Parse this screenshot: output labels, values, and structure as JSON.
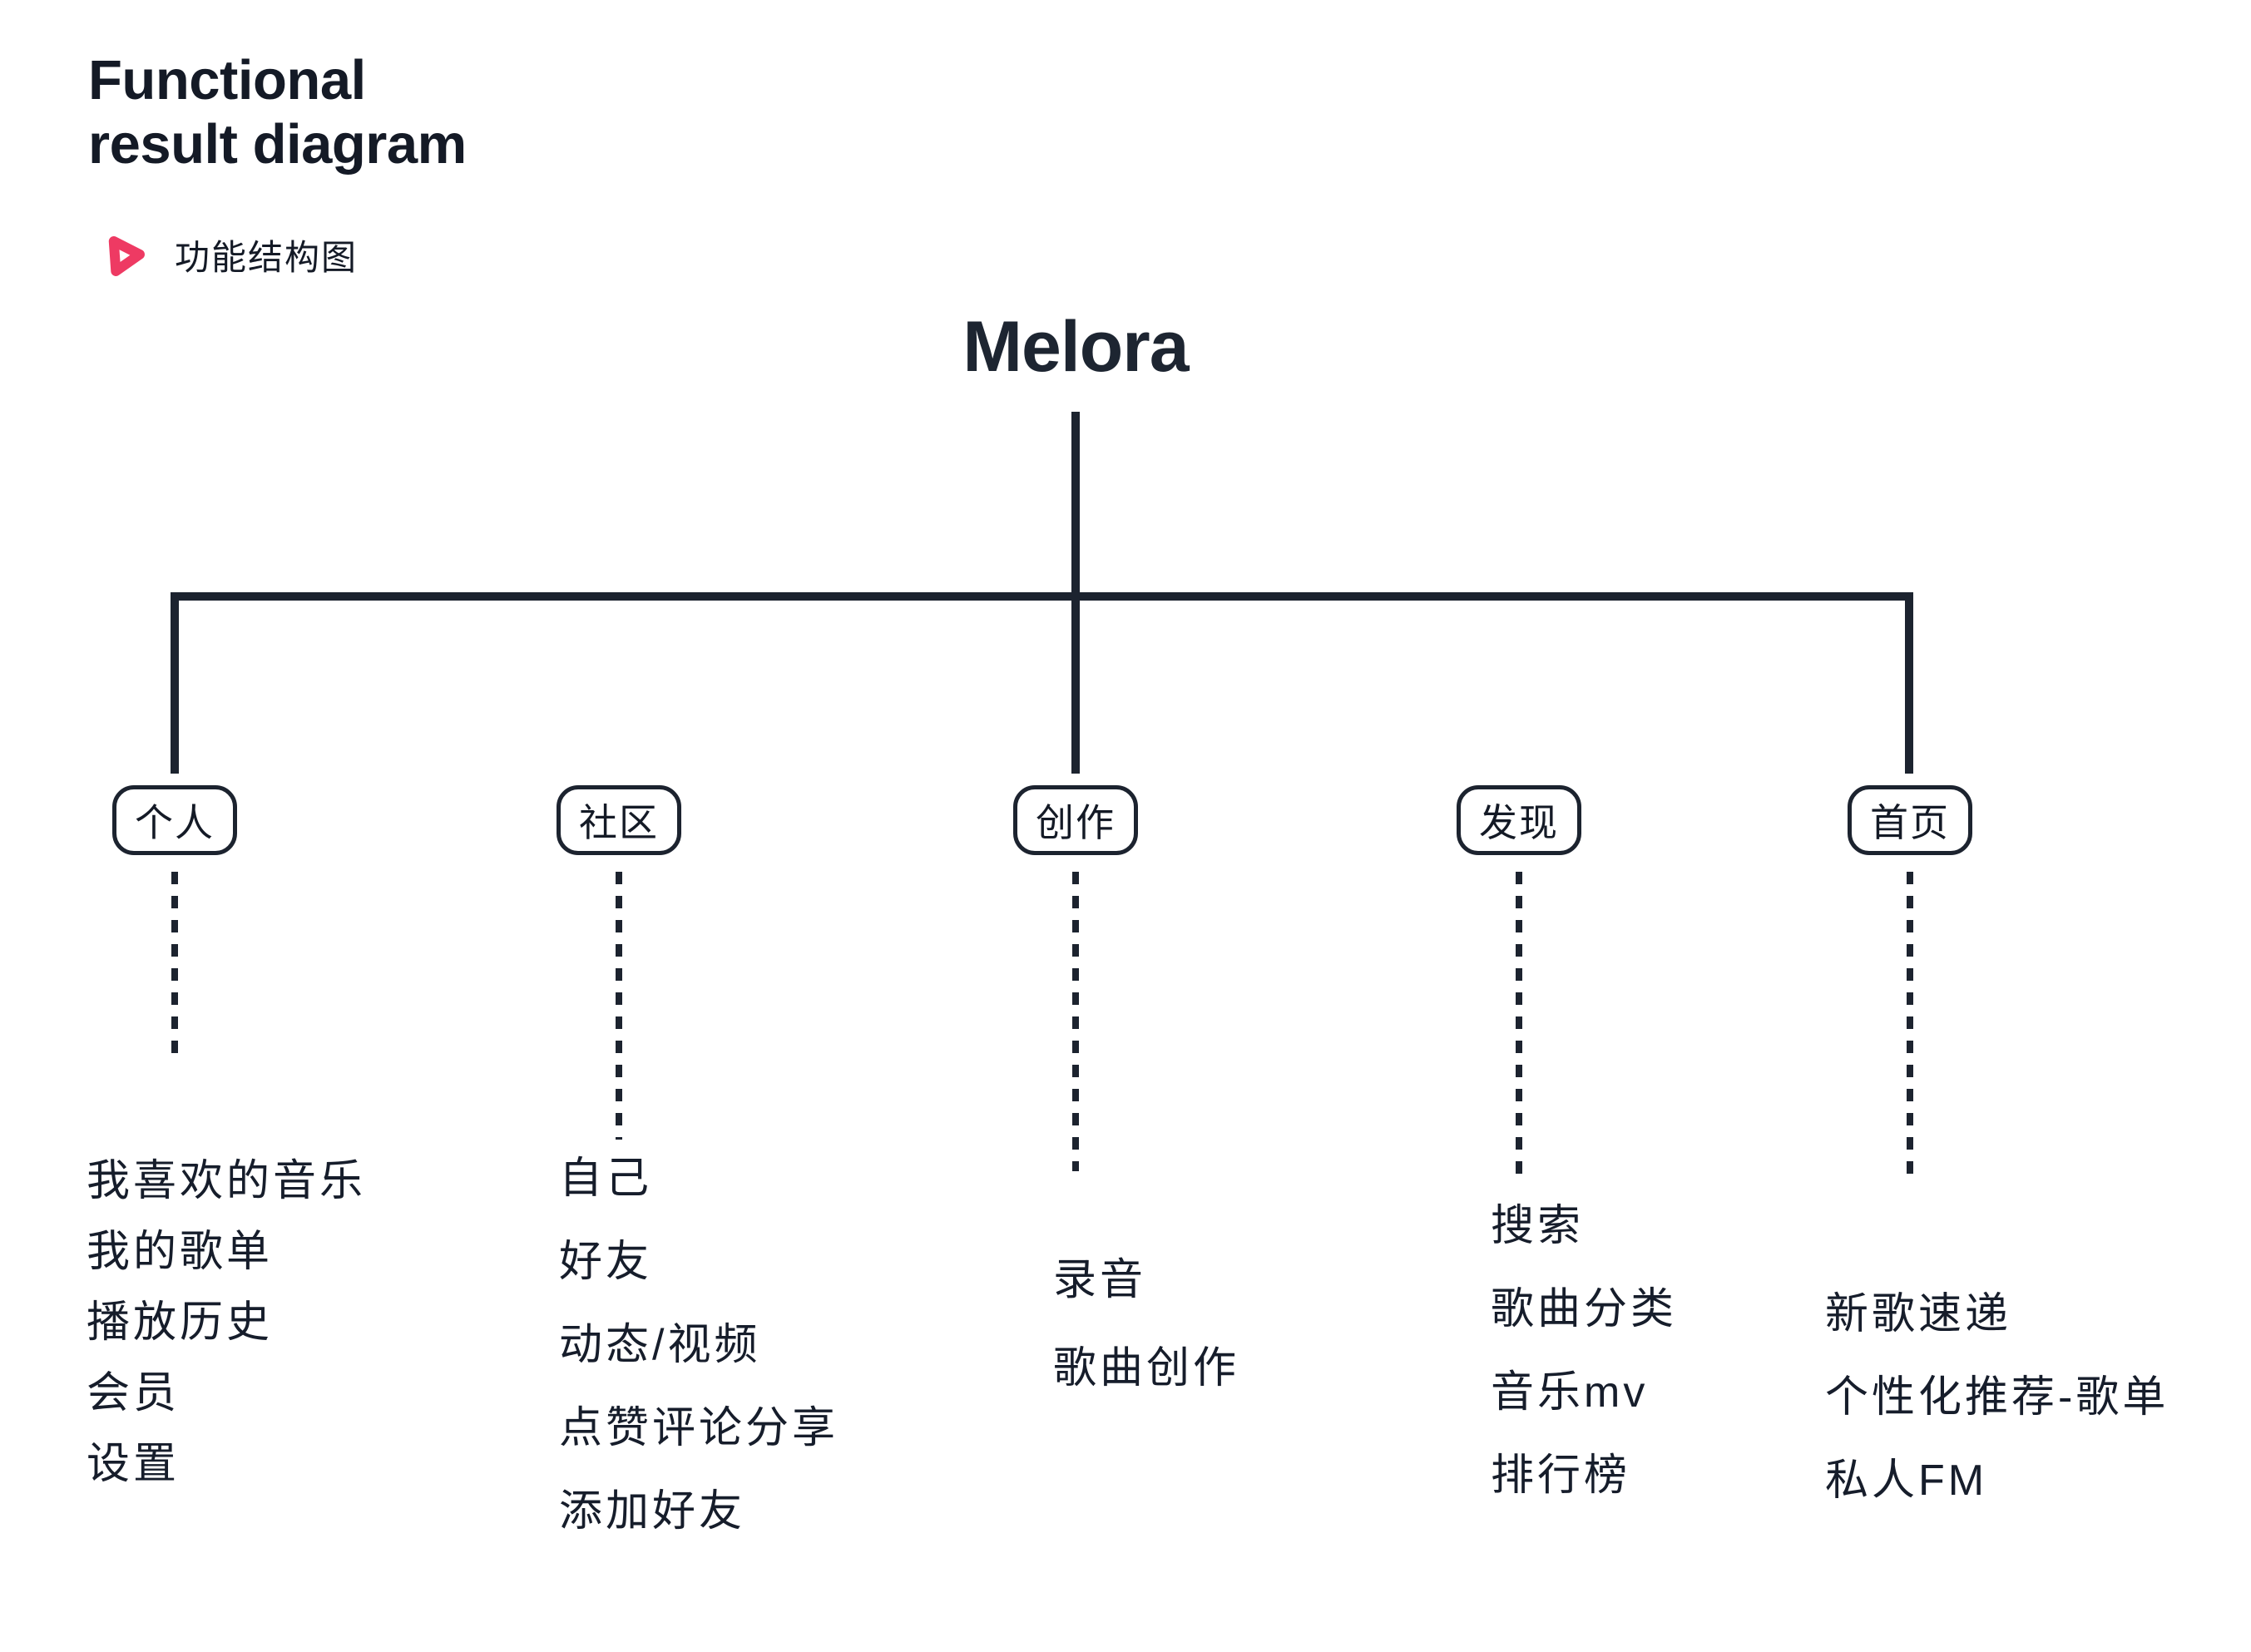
{
  "header": {
    "title_line1": "Functional",
    "title_line2": "result diagram",
    "subtitle": "功能结构图"
  },
  "root": {
    "label": "Melora"
  },
  "branches": [
    {
      "label": "个人",
      "items": [
        "我喜欢的音乐",
        "我的歌单",
        "播放历史",
        "会员",
        "设置"
      ]
    },
    {
      "label": "社区",
      "items": [
        "自己",
        "好友",
        "动态/视频",
        "点赞评论分享",
        "添加好友"
      ]
    },
    {
      "label": "创作",
      "items": [
        "录音",
        "歌曲创作"
      ]
    },
    {
      "label": "发现",
      "items": [
        "搜索",
        "歌曲分类",
        "音乐mv",
        "排行榜"
      ]
    },
    {
      "label": "首页",
      "items": [
        "新歌速递",
        "个性化推荐-歌单",
        "私人FM"
      ]
    }
  ],
  "icons": [
    {
      "name": "play-icon",
      "meaning": "play button outline"
    }
  ],
  "colors": {
    "ink": "#1c232f",
    "text": "#141a26",
    "accent_pink": "#ee3a63",
    "background": "#ffffff"
  }
}
